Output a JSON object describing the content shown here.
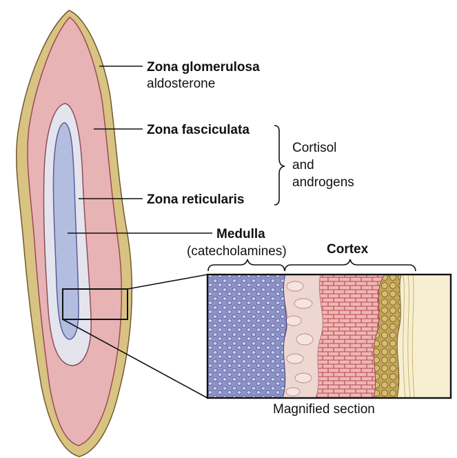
{
  "labels": {
    "glomerulosa": "Zona glomerulosa",
    "glomerulosa_sub": "aldosterone",
    "fasciculata": "Zona fasciculata",
    "reticularis": "Zona reticularis",
    "cortisol_line1": "Cortisol",
    "cortisol_line2": "and",
    "cortisol_line3": "androgens",
    "medulla": "Medulla",
    "medulla_sub": "(catecholamines)",
    "cortex": "Cortex",
    "magnified": "Magnified section"
  },
  "colors": {
    "capsule": "#d8c383",
    "glomerulosa": "#e7b3b4",
    "reticularis": "#e4e4ee",
    "medulla": "#b3bde0",
    "medulla_tissue": "#7f86bf",
    "fasciculata_tissue": "#d98b8c",
    "reticularis_tissue": "#ead3cf",
    "glomerulosa_tissue": "#b59a4a",
    "capsule_tissue": "#efe2b4",
    "line": "#111111"
  }
}
